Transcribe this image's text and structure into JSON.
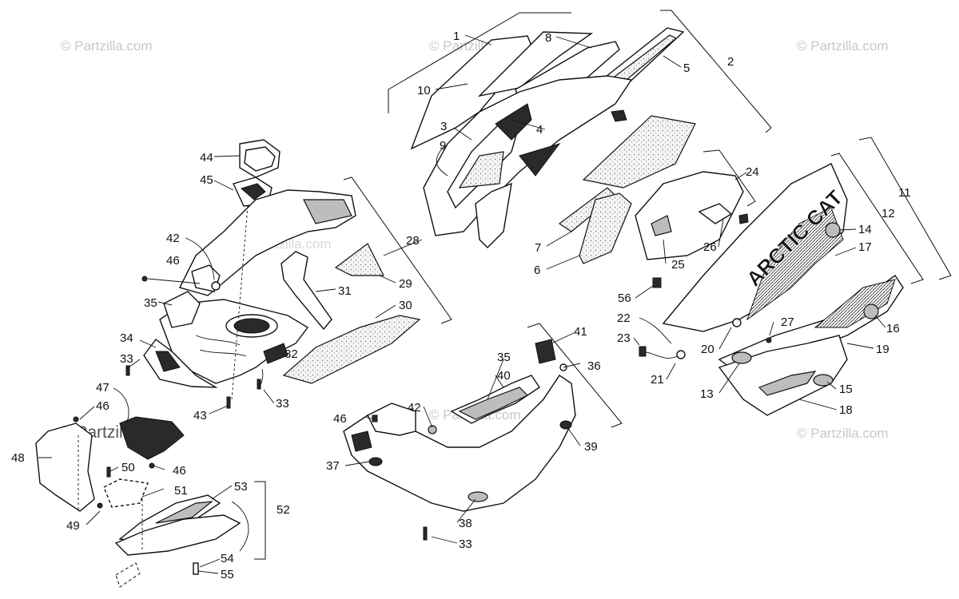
{
  "watermarks": [
    "© Partzilla.com",
    "© Partzilla.com",
    "© Partzilla.com",
    "© Partzilla.com",
    "© Partzilla.com",
    "© Partzilla.com",
    "© Partzilla.com"
  ],
  "brand_text": "ARCTIC CAT",
  "callouts": [
    "1",
    "2",
    "3",
    "4",
    "5",
    "6",
    "7",
    "8",
    "9",
    "10",
    "11",
    "12",
    "13",
    "14",
    "15",
    "16",
    "17",
    "18",
    "19",
    "20",
    "21",
    "22",
    "23",
    "24",
    "25",
    "26",
    "27",
    "28",
    "29",
    "30",
    "31",
    "32",
    "33",
    "33",
    "33",
    "34",
    "35",
    "35",
    "36",
    "37",
    "38",
    "39",
    "40",
    "41",
    "42",
    "42",
    "43",
    "44",
    "45",
    "46",
    "46",
    "46",
    "46",
    "47",
    "48",
    "49",
    "50",
    "51",
    "52",
    "53",
    "54",
    "55",
    "56"
  ]
}
